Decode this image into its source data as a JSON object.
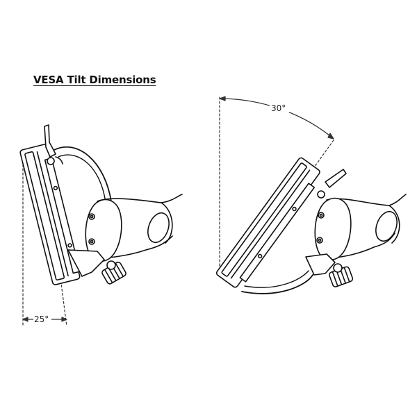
{
  "diagram": {
    "title": "VESA Tilt Dimensions",
    "left_view": {
      "tilt_angle_label": "25°",
      "tilt_angle_deg": 25
    },
    "right_view": {
      "tilt_angle_label": "30°",
      "tilt_angle_deg": 30
    }
  },
  "colors": {
    "line": "#111111",
    "dim_line": "#333333",
    "background": "#ffffff"
  }
}
